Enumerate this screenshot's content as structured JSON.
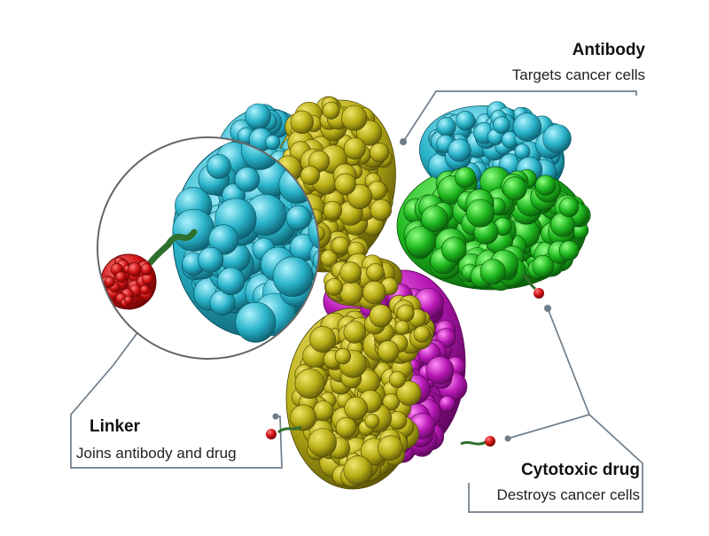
{
  "labels": {
    "antibody": {
      "title": "Antibody",
      "description": "Targets cancer cells"
    },
    "linker": {
      "title": "Linker",
      "description": "Joins antibody and drug"
    },
    "cytotoxic_drug": {
      "title": "Cytotoxic drug",
      "description": "Destroys cancer cells"
    }
  },
  "colors": {
    "heavy_chain": "#b8ae16",
    "light_chain_upper": "#29b3c9",
    "heavy_chain_right": "#1fb81f",
    "light_chain_lower": "#b718b5",
    "drug": "#cc1010",
    "linker": "#2f6f2f",
    "callout_line": "#6f7d8a"
  }
}
